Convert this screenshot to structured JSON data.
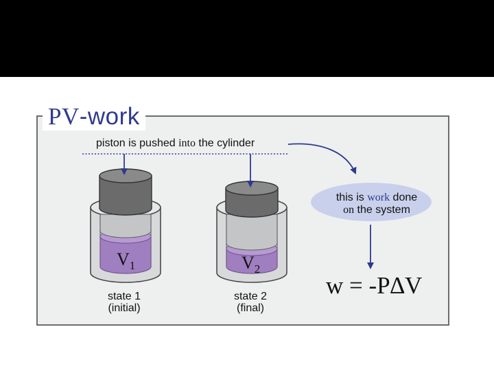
{
  "title": {
    "pv": "PV",
    "work": "-work"
  },
  "caption": {
    "part1": "piston is pushed ",
    "part2": "into",
    "part3": " the cylinder"
  },
  "states": [
    {
      "volume_letter": "V",
      "volume_sub": "1",
      "line1": "state 1",
      "line2": "(initial)"
    },
    {
      "volume_letter": "V",
      "volume_sub": "2",
      "line1": "state 2",
      "line2": "(final)"
    }
  ],
  "bubble": {
    "line1_a": "this is ",
    "line1_work": "work",
    "line1_b": "  done",
    "line2_on": "on",
    "line2_b": "  the system"
  },
  "equation": "w = -P∆V",
  "colors": {
    "title": "#2f3a8c",
    "gas": "#a07fc0",
    "bubble": "#c8d0ec",
    "arrow": "#2f3a8c",
    "piston": "#6b6b6b"
  }
}
